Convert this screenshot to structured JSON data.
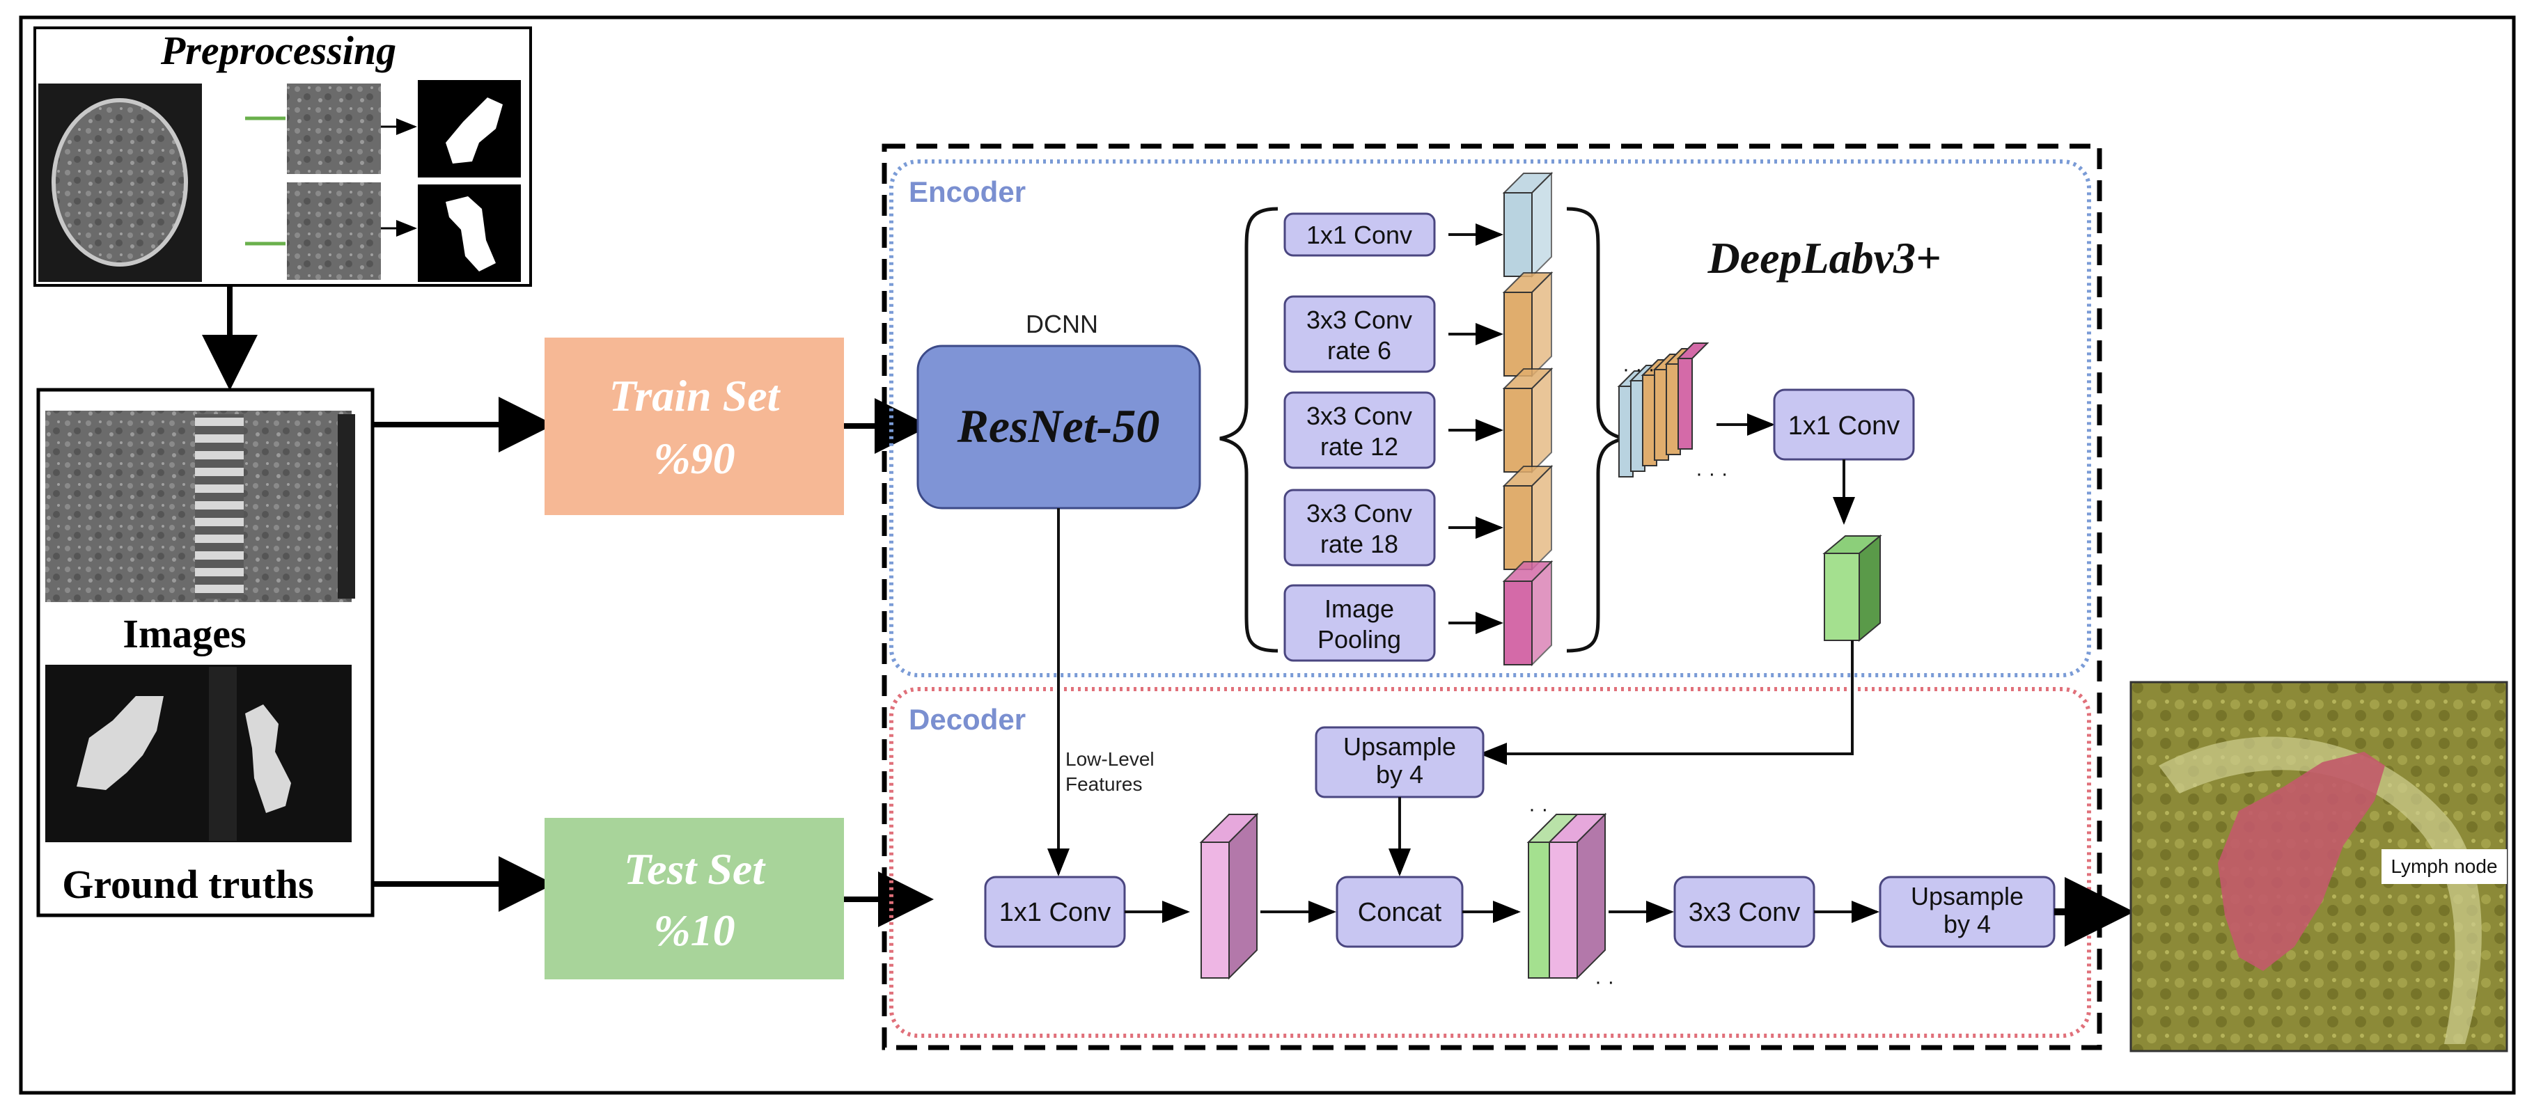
{
  "preprocessing": {
    "title": "Preprocessing"
  },
  "dataset": {
    "images_label": "Images",
    "ground_truths_label": "Ground truths"
  },
  "splits": {
    "train": {
      "name": "Train Set",
      "percent": "%90",
      "color": "#f6b895"
    },
    "test": {
      "name": "Test Set",
      "percent": "%10",
      "color": "#a8d49a"
    }
  },
  "encoder": {
    "title": "Encoder",
    "backbone_caption": "DCNN",
    "backbone": "ResNet-50",
    "model_name": "DeepLabv3+",
    "aspp": [
      {
        "line1": "1x1 Conv",
        "line2": "",
        "feature_color": "#b9d3e0"
      },
      {
        "line1": "3x3 Conv",
        "line2": "rate 6",
        "feature_color": "#e0ad6d"
      },
      {
        "line1": "3x3 Conv",
        "line2": "rate 12",
        "feature_color": "#e0ad6d"
      },
      {
        "line1": "3x3 Conv",
        "line2": "rate 18",
        "feature_color": "#e0ad6d"
      },
      {
        "line1": "Image",
        "line2": "Pooling",
        "feature_color": "#d46aa8"
      }
    ],
    "concat_conv": "1x1 Conv"
  },
  "decoder": {
    "title": "Decoder",
    "low_level_label": "Low-Level\nFeatures",
    "upsample_top": "Upsample\nby 4",
    "conv1": "1x1 Conv",
    "concat": "Concat",
    "conv3": "3x3 Conv",
    "upsample_out": "Upsample\nby 4"
  },
  "output": {
    "label": "Lymph node"
  },
  "colors": {
    "block_fill": "#c8c6f2",
    "block_stroke": "#4a4680",
    "encoder_border": "#7a9bd6",
    "decoder_border": "#e0707a",
    "resnet_fill": "#7f94d6"
  }
}
